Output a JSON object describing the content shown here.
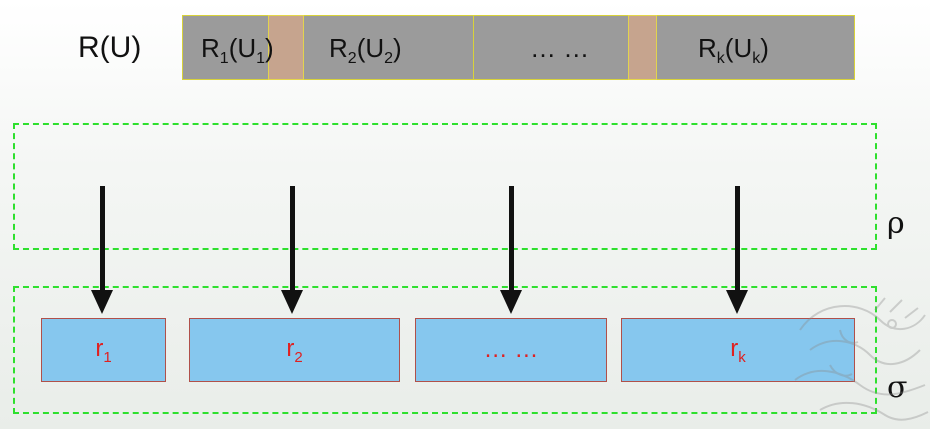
{
  "relation": {
    "label": "R(U)",
    "segments": [
      {
        "base": "R",
        "sub1": "1",
        "mid": "(U",
        "sub2": "1",
        "end": ")"
      },
      {
        "base": "R",
        "sub1": "2",
        "mid": "(U",
        "sub2": "2",
        "end": ")"
      },
      {
        "text": "… …"
      },
      {
        "base": "R",
        "sub1": "k",
        "mid": "(U",
        "sub2": "k",
        "end": ")"
      }
    ]
  },
  "groups": {
    "projection_symbol": "ρ",
    "selection_symbol": "σ"
  },
  "results": [
    {
      "base": "r",
      "sub": "1"
    },
    {
      "base": "r",
      "sub": "2"
    },
    {
      "text": "… …"
    },
    {
      "base": "r",
      "sub": "k"
    }
  ],
  "colors": {
    "bar_fill": "#9b9b9b",
    "bar_border": "#d8d23a",
    "overlap_fill": "#c9a58e",
    "dash_green": "#2ee02e",
    "result_fill": "#86c7ee",
    "result_border": "#b0504a",
    "result_text": "#e02020",
    "arrow": "#111111"
  }
}
